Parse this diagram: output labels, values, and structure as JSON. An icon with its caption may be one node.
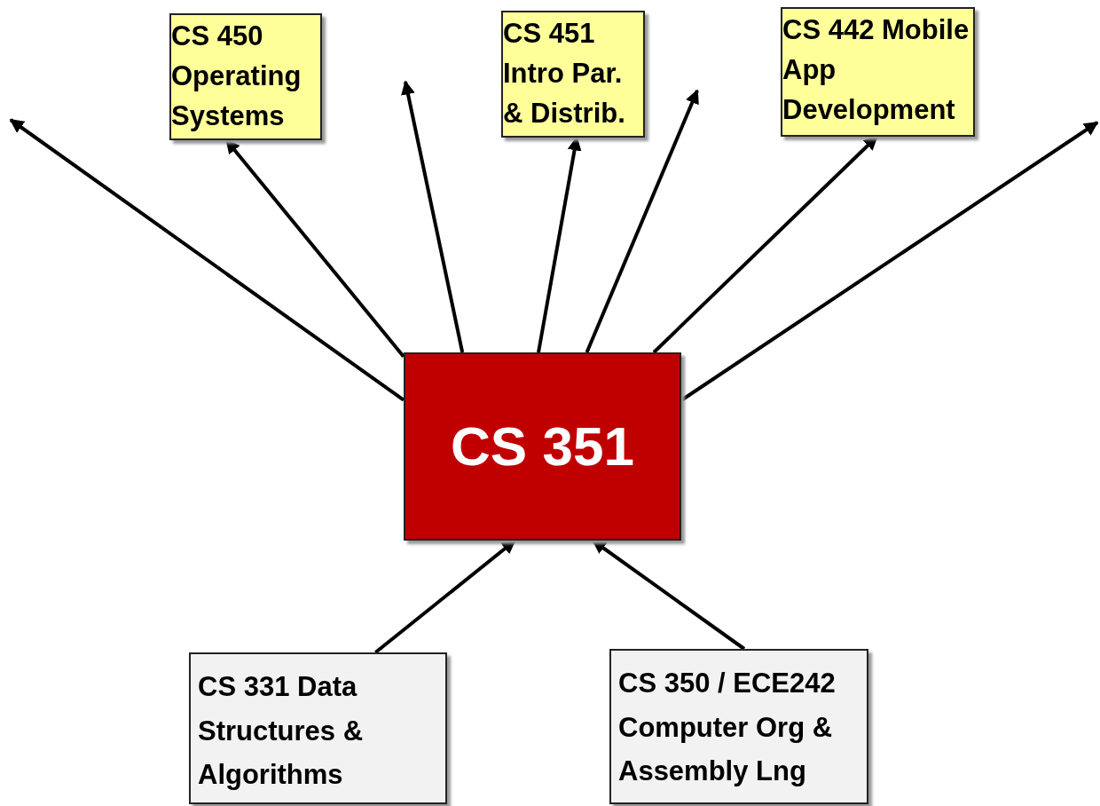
{
  "diagram": {
    "nodes": [
      {
        "text": [
          "CS 450 Operating Systems"
        ]
      },
      {
        "text": [
          "CS 451 Intro Par. & Distrib."
        ]
      },
      {
        "text": [
          "CS 442 Mobile App Development"
        ]
      },
      {
        "text": [
          "CS 351"
        ]
      },
      {
        "text": [
          "CS 331 Data Structures & Algorithms"
        ]
      },
      {
        "text": [
          "CS 350 / ECE242 Computer Org & Assembly Lng"
        ]
      }
    ],
    "edges": [
      {
        "from": 3,
        "to": null,
        "arrow": "to"
      },
      {
        "from": 3,
        "to": 0,
        "arrow": "to"
      },
      {
        "from": 3,
        "to": null,
        "arrow": "to"
      },
      {
        "from": 3,
        "to": 1,
        "arrow": "to"
      },
      {
        "from": 3,
        "to": null,
        "arrow": "to"
      },
      {
        "from": 3,
        "to": 2,
        "arrow": "to"
      },
      {
        "from": 3,
        "to": null,
        "arrow": "to"
      },
      {
        "from": 4,
        "to": 3,
        "arrow": "to"
      },
      {
        "from": 5,
        "to": 3,
        "arrow": "to"
      }
    ]
  }
}
